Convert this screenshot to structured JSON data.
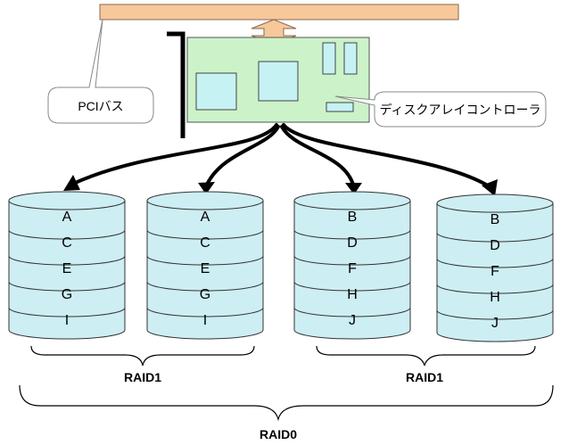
{
  "callouts": {
    "bus": "PCIバス",
    "controller": "ディスクアレイコントローラ"
  },
  "disks": [
    {
      "stripes": [
        "A",
        "C",
        "E",
        "G",
        "I"
      ]
    },
    {
      "stripes": [
        "A",
        "C",
        "E",
        "G",
        "I"
      ]
    },
    {
      "stripes": [
        "B",
        "D",
        "F",
        "H",
        "J"
      ]
    },
    {
      "stripes": [
        "B",
        "D",
        "F",
        "H",
        "J"
      ]
    }
  ],
  "groups": {
    "left": "RAID1",
    "right": "RAID1",
    "all": "RAID0"
  },
  "colors": {
    "bus": "#f6c89a",
    "board": "#ccf2c9",
    "chip": "#c6f2f4",
    "disk": "#cdeef3",
    "line": "#000000"
  }
}
